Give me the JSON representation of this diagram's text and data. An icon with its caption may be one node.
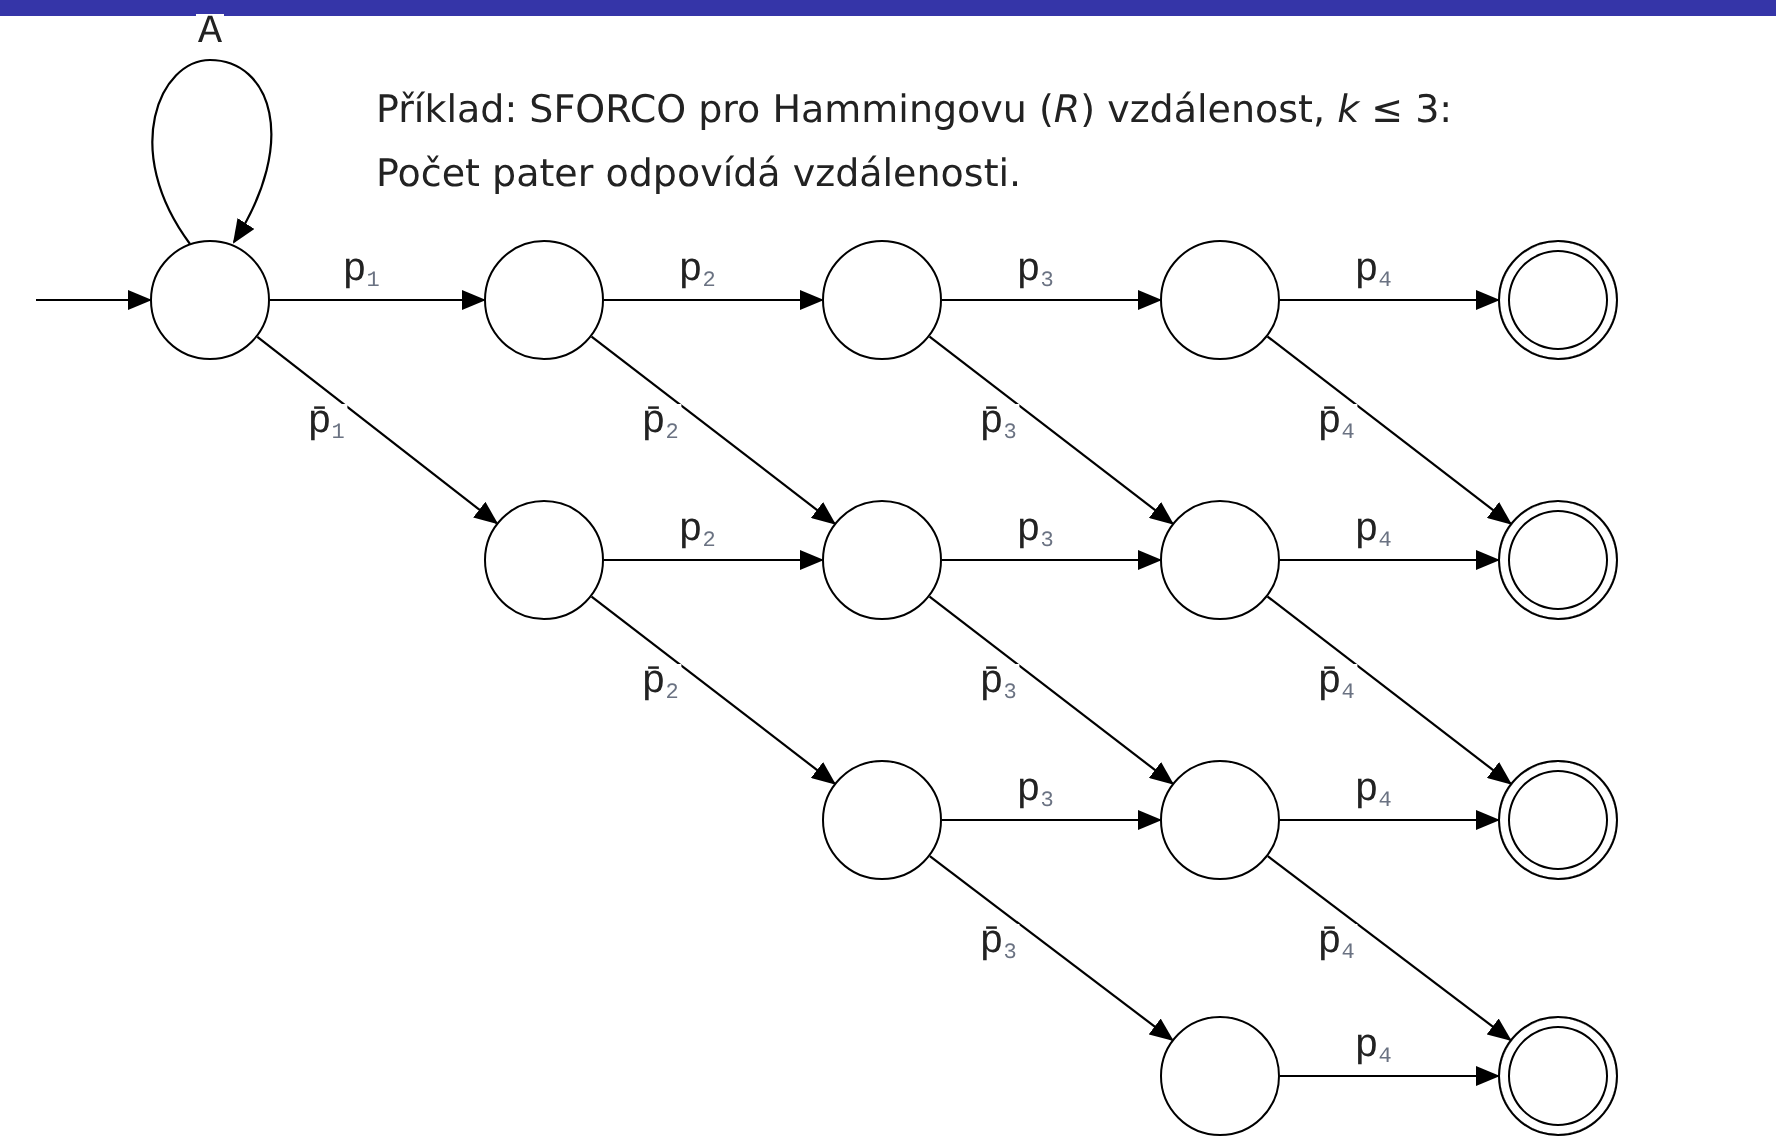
{
  "diagram": {
    "nodes": [
      {
        "text": [],
        "shape": "circle"
      },
      {
        "text": [],
        "shape": "circle"
      },
      {
        "text": [],
        "shape": "circle"
      },
      {
        "text": [],
        "shape": "circle"
      },
      {
        "text": [],
        "shape": "doublecircle"
      },
      {
        "text": [],
        "shape": "circle"
      },
      {
        "text": [],
        "shape": "circle"
      },
      {
        "text": [],
        "shape": "circle"
      },
      {
        "text": [],
        "shape": "doublecircle"
      },
      {
        "text": [],
        "shape": "circle"
      },
      {
        "text": [],
        "shape": "circle"
      },
      {
        "text": [],
        "shape": "doublecircle"
      },
      {
        "text": [],
        "shape": "circle"
      },
      {
        "text": [],
        "shape": "doublecircle"
      }
    ],
    "edges": [
      {
        "from": null,
        "to": 0,
        "arrow": "to"
      },
      {
        "from": 0,
        "to": 0,
        "arrow": "to",
        "label": "A"
      },
      {
        "from": 0,
        "to": 1,
        "arrow": "to",
        "label": "p$_{1}$"
      },
      {
        "from": 1,
        "to": 2,
        "arrow": "to",
        "label": "p$_{2}$"
      },
      {
        "from": 2,
        "to": 3,
        "arrow": "to",
        "label": "p$_{3}$"
      },
      {
        "from": 3,
        "to": 4,
        "arrow": "to",
        "label": "p$_{4}$"
      },
      {
        "from": 0,
        "to": 5,
        "arrow": "to",
        "label": "p̄$_{1}$"
      },
      {
        "from": 1,
        "to": 6,
        "arrow": "to",
        "label": "p̄$_{2}$"
      },
      {
        "from": 2,
        "to": 7,
        "arrow": "to",
        "label": "p̄$_{3}$"
      },
      {
        "from": 3,
        "to": 8,
        "arrow": "to",
        "label": "p̄$_{4}$"
      },
      {
        "from": 5,
        "to": 6,
        "arrow": "to",
        "label": "p$_{2}$"
      },
      {
        "from": 6,
        "to": 7,
        "arrow": "to",
        "label": "p$_{3}$"
      },
      {
        "from": 7,
        "to": 8,
        "arrow": "to",
        "label": "p$_{4}$"
      },
      {
        "from": 5,
        "to": 9,
        "arrow": "to",
        "label": "p̄$_{2}$"
      },
      {
        "from": 6,
        "to": 10,
        "arrow": "to",
        "label": "p̄$_{3}$"
      },
      {
        "from": 7,
        "to": 11,
        "arrow": "to",
        "label": "p̄$_{4}$"
      },
      {
        "from": 9,
        "to": 10,
        "arrow": "to",
        "label": "p$_{3}$"
      },
      {
        "from": 10,
        "to": 11,
        "arrow": "to",
        "label": "p$_{4}$"
      },
      {
        "from": 9,
        "to": 12,
        "arrow": "to",
        "label": "p̄$_{3}$"
      },
      {
        "from": 10,
        "to": 13,
        "arrow": "to",
        "label": "p̄$_{4}$"
      },
      {
        "from": 12,
        "to": 13,
        "arrow": "to",
        "label": "p$_{4}$"
      }
    ],
    "labels": [
      "Příklad: SFORCO pro Hammingovu (*R*) vzdálenost, *k* ≤ 3:",
      "Počet pater odpovídá vzdálenosti."
    ]
  }
}
